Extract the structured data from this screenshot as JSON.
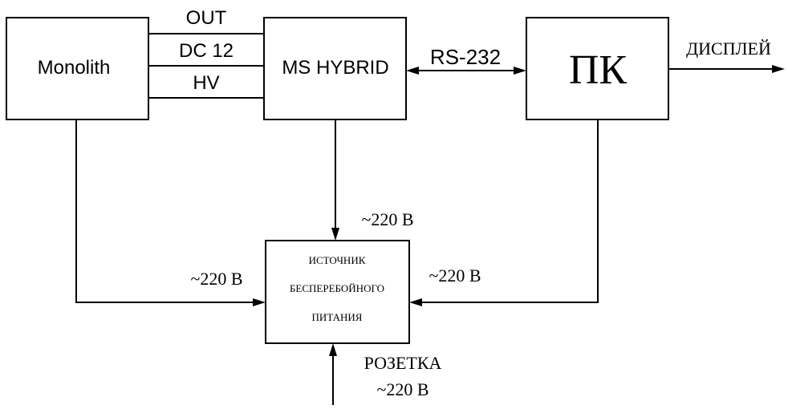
{
  "blocks": {
    "monolith": "Monolith",
    "ms_hybrid": "MS HYBRID",
    "pc": "ПК",
    "ups_line1": "ИСТОЧНИК",
    "ups_line2": "БЕСПЕРЕБОЙНОГО",
    "ups_line3": "ПИТАНИЯ"
  },
  "connections": {
    "out": "OUT",
    "dc12": "DC 12",
    "hv": "HV",
    "rs232": "RS-232",
    "display": "ДИСПЛЕЙ",
    "power_ms_hybrid": "~220 В",
    "power_monolith": "~220 В",
    "power_pc": "~220 В",
    "socket": "РОЗЕТКА",
    "socket_voltage": "~220 В"
  }
}
